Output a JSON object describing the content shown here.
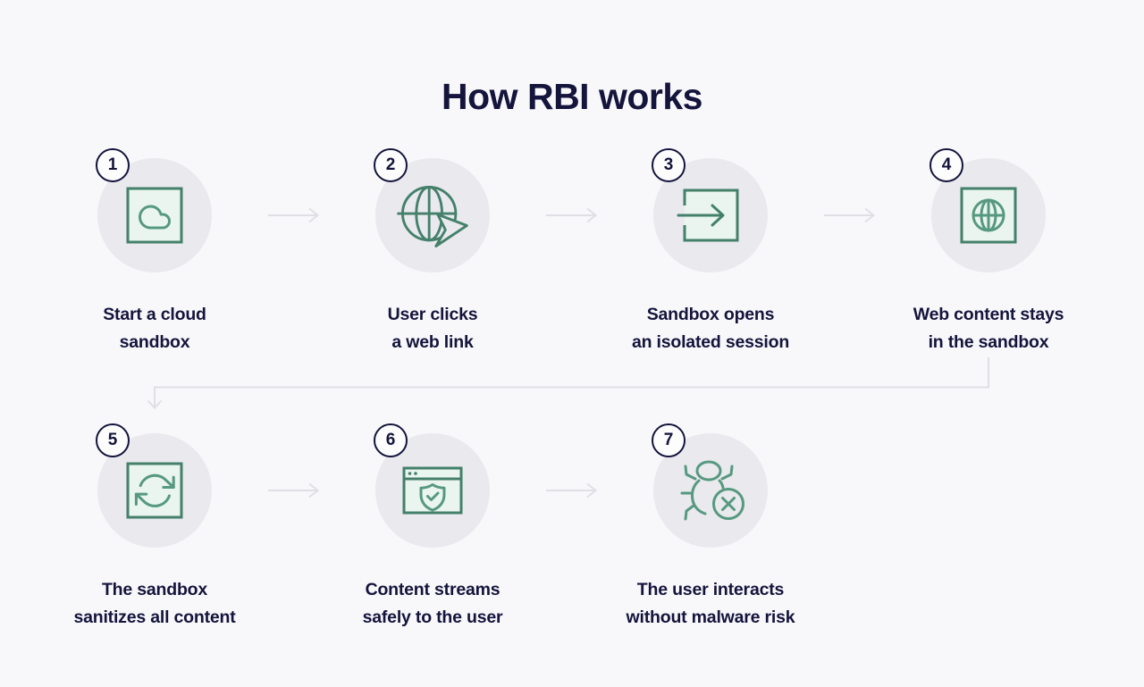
{
  "title": "How RBI works",
  "colors": {
    "bg": "#f8f8fb",
    "text": "#14143c",
    "bubble": "#e9e9ee",
    "teal_dark": "#44806a",
    "teal_light": "#57997f",
    "mint": "#eaf5f0",
    "connector": "#dfdfe5",
    "badge_bg": "#fdfdfe"
  },
  "steps": [
    {
      "num": "1",
      "line1": "Start a cloud",
      "line2": "sandbox",
      "icon": "cloud-sandbox-icon"
    },
    {
      "num": "2",
      "line1": "User clicks",
      "line2": "a web link",
      "icon": "globe-cursor-icon"
    },
    {
      "num": "3",
      "line1": "Sandbox opens",
      "line2": "an isolated session",
      "icon": "enter-session-icon"
    },
    {
      "num": "4",
      "line1": "Web content stays",
      "line2": "in the sandbox",
      "icon": "globe-in-box-icon"
    },
    {
      "num": "5",
      "line1": "The sandbox",
      "line2": "sanitizes all content",
      "icon": "sanitize-sync-icon"
    },
    {
      "num": "6",
      "line1": "Content streams",
      "line2": "safely to the user",
      "icon": "secure-browser-icon"
    },
    {
      "num": "7",
      "line1": "The user interacts",
      "line2": "without malware risk",
      "icon": "no-malware-bug-icon"
    }
  ]
}
